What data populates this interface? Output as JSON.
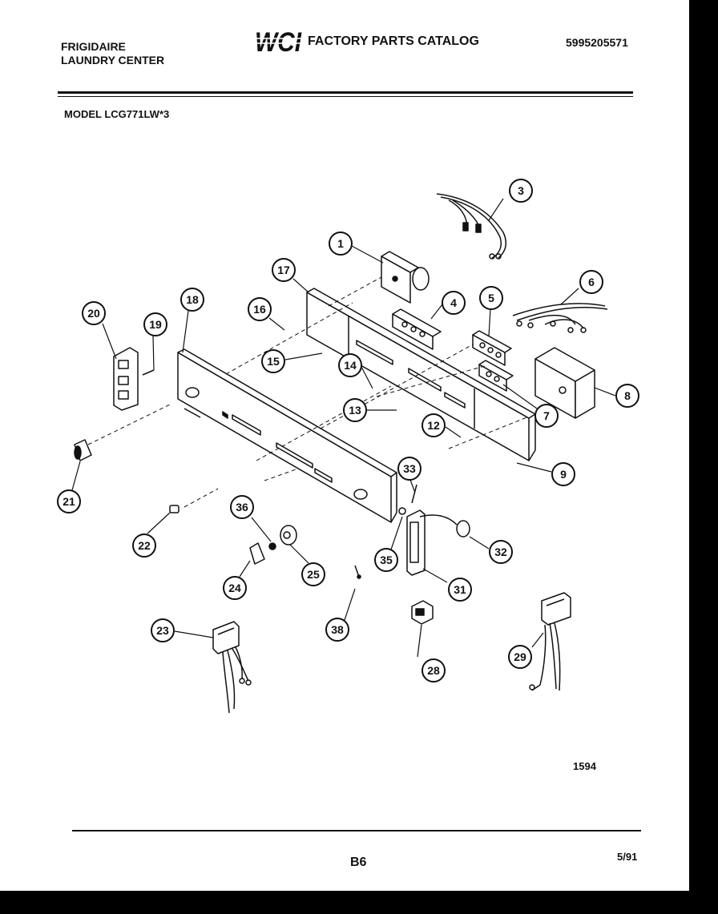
{
  "header": {
    "brand_line1": "FRIGIDAIRE",
    "brand_line2": "LAUNDRY CENTER",
    "logo_text": "WCI",
    "catalog_title": "FACTORY PARTS CATALOG",
    "part_number": "5995205571"
  },
  "model": "MODEL LCG771LW*3",
  "callouts": [
    "1",
    "3",
    "4",
    "5",
    "6",
    "7",
    "8",
    "9",
    "12",
    "13",
    "14",
    "15",
    "16",
    "17",
    "18",
    "19",
    "20",
    "21",
    "22",
    "23",
    "24",
    "25",
    "28",
    "29",
    "31",
    "32",
    "33",
    "35",
    "36",
    "38"
  ],
  "footer": {
    "diagram_number": "1594",
    "page_code": "B6",
    "revision_date": "5/91"
  },
  "colors": {
    "ink": "#111111",
    "paper": "#ffffff",
    "border": "#000000"
  }
}
